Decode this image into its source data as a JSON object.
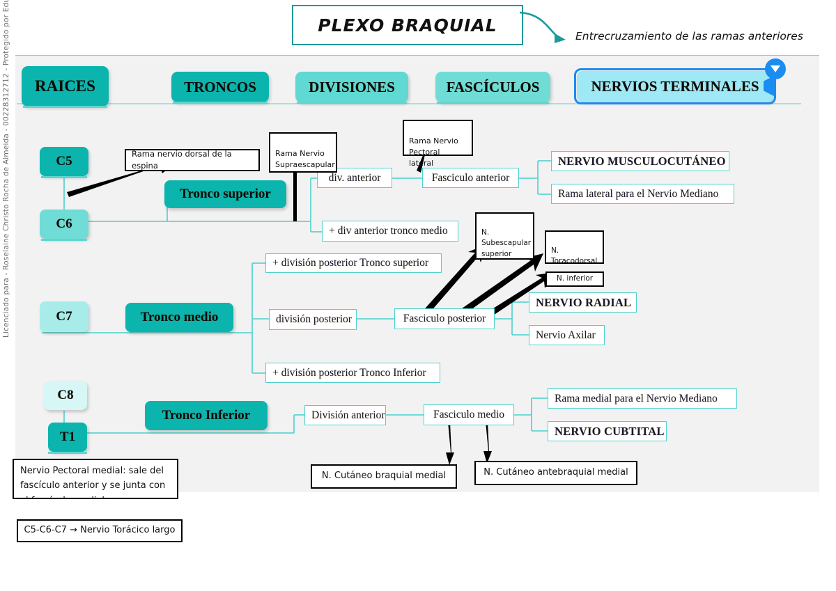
{
  "watermark": "Licenciado para - Roselaine Christo Rocha de Almeida - 00228312712 - Protegido por Eduzz.com",
  "header": {
    "title": "PLEXO BRAQUIAL",
    "subtitle": "Entrecruzamiento de las ramas anteriores"
  },
  "colors": {
    "teal_dark": "#0bb5ae",
    "teal_mid": "#5fd9d2",
    "teal_light": "#a8ecea",
    "teal_pale": "#d6f7f5",
    "teal_border": "#4fd2cd",
    "selection_blue": "#1b8cf0",
    "panel_gray": "#f2f2f2"
  },
  "tabs": [
    {
      "label": "RAICES",
      "selected": false
    },
    {
      "label": "TRONCOS",
      "selected": false
    },
    {
      "label": "DIVISIONES",
      "selected": false
    },
    {
      "label": "FASCÍCULOS",
      "selected": false
    },
    {
      "label": "NERVIOS TERMINALES",
      "selected": true
    }
  ],
  "roots": [
    {
      "label": "C5"
    },
    {
      "label": "C6"
    },
    {
      "label": "C7"
    },
    {
      "label": "C8"
    },
    {
      "label": "T1"
    }
  ],
  "trunks": [
    {
      "label": "Tronco superior"
    },
    {
      "label": "Tronco medio"
    },
    {
      "label": "Tronco Inferior"
    }
  ],
  "divisions": [
    {
      "label": "div. anterior"
    },
    {
      "label": "+ div anterior tronco medio"
    },
    {
      "label": "+ división posterior Tronco superior"
    },
    {
      "label": "división posterior"
    },
    {
      "label": "+ división posterior Tronco Inferior"
    },
    {
      "label": "División anterior"
    }
  ],
  "fascicles": [
    {
      "label": "Fasciculo anterior"
    },
    {
      "label": "Fasciculo posterior"
    },
    {
      "label": "Fasciculo medio"
    }
  ],
  "terminal_nerves": [
    {
      "label": "NERVIO MUSCULOCUTÁNEO",
      "bold": true
    },
    {
      "label": "Rama lateral para el Nervio Mediano",
      "bold": false
    },
    {
      "label": "NERVIO RADIAL",
      "bold": true
    },
    {
      "label": "Nervio Axilar",
      "bold": false
    },
    {
      "label": "Rama medial para el  Nervio Mediano",
      "bold": false
    },
    {
      "label": "NERVIO CUBTITAL",
      "bold": true
    }
  ],
  "branch_notes": [
    {
      "label": "Rama nervio dorsal de la espina"
    },
    {
      "label": "Rama Nervio\nSupraescapular"
    },
    {
      "label": "Rama Nervio\nPectoral lateral"
    },
    {
      "label": "N.\nSubescapular\nsuperior"
    },
    {
      "label": "N.\nToracodorsal"
    },
    {
      "label": "N. inferior"
    },
    {
      "label": "N. Cutáneo braquial medial"
    },
    {
      "label": "N. Cutáneo antebraquial medial"
    }
  ],
  "footnotes": [
    {
      "label": "Nervio Pectoral medial: sale del fascículo anterior y se junta con el fascículo medial:"
    },
    {
      "label": "C5-C6-C7 → Nervio Torácico largo"
    }
  ]
}
